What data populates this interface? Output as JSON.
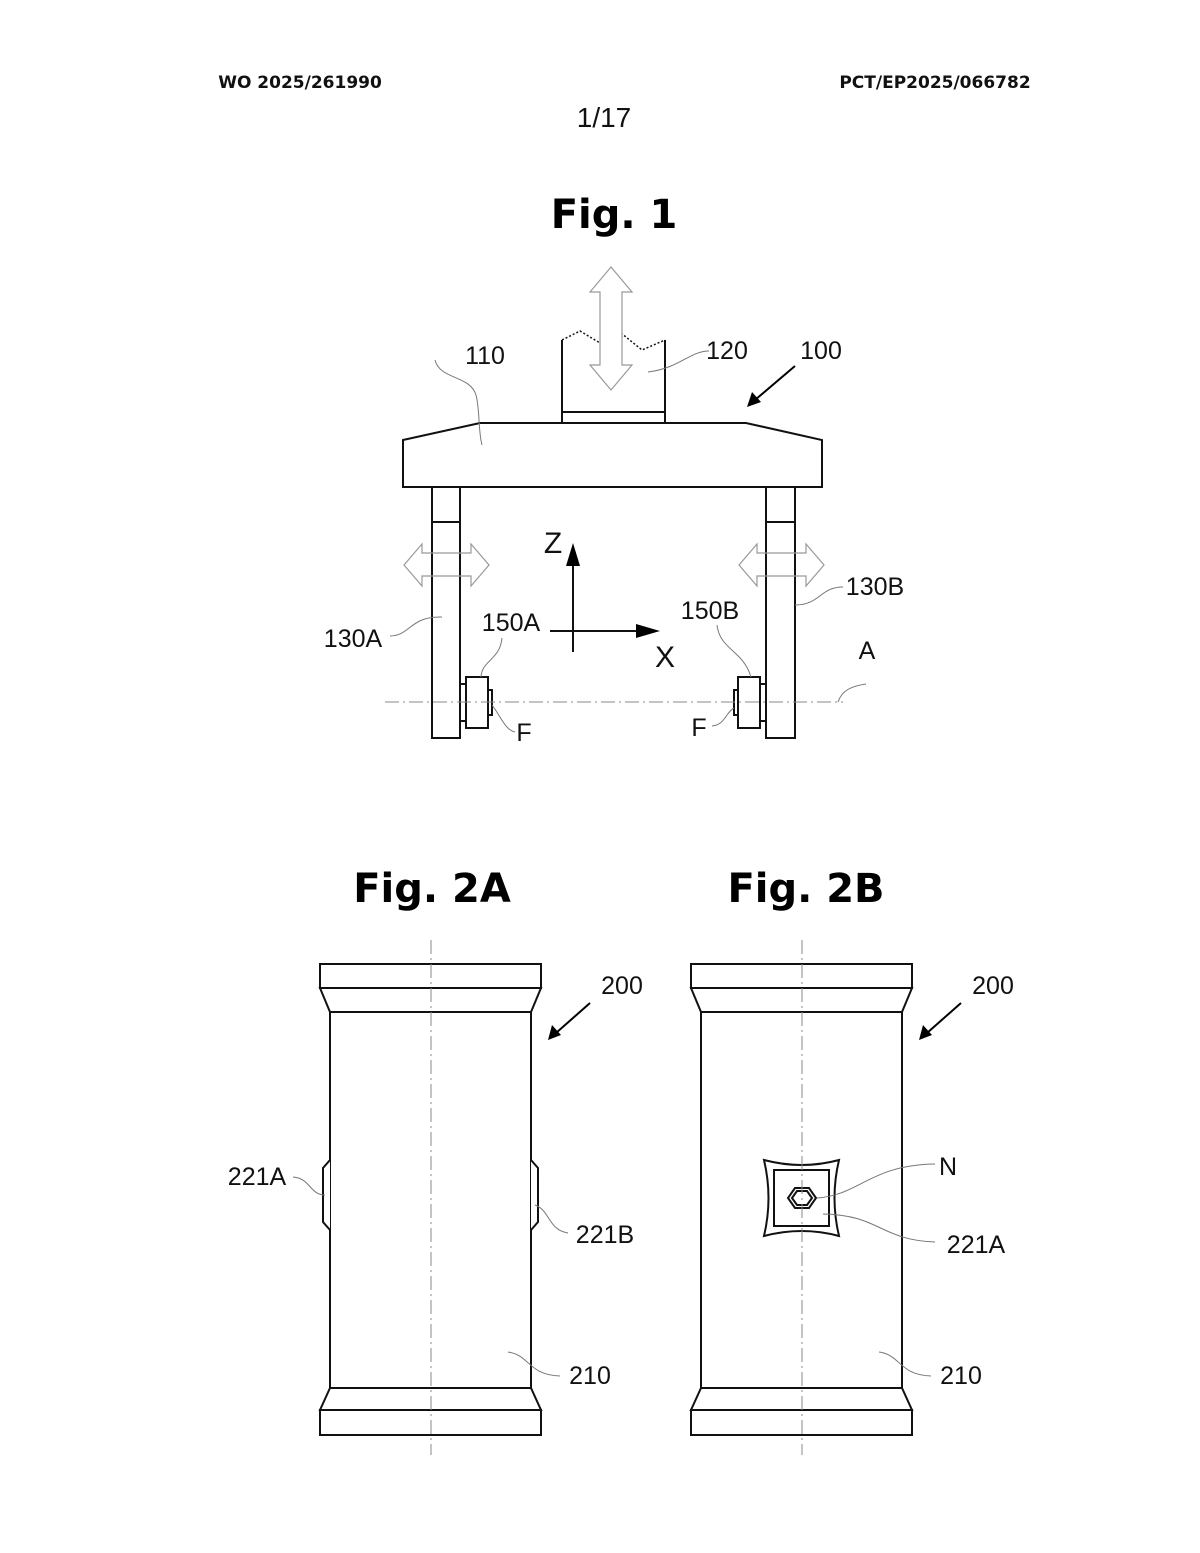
{
  "header": {
    "publication_number": "WO 2025/261990",
    "application_number": "PCT/EP2025/066782",
    "sheet": "1/17"
  },
  "figures": [
    {
      "title": "Fig. 1",
      "labels": {
        "device": "100",
        "beam": "110",
        "mount": "120",
        "arm_left": "130A",
        "arm_right": "130B",
        "roller_left": "150A",
        "roller_right": "150B",
        "axis": "A",
        "face_left": "F",
        "face_right": "F",
        "z_axis": "Z",
        "x_axis": "X"
      }
    },
    {
      "title": "Fig. 2A",
      "labels": {
        "part": "200",
        "body": "210",
        "tab_left": "221A",
        "tab_right": "221B"
      }
    },
    {
      "title": "Fig. 2B",
      "labels": {
        "part": "200",
        "body": "210",
        "tab": "221A",
        "nut": "N"
      }
    }
  ]
}
